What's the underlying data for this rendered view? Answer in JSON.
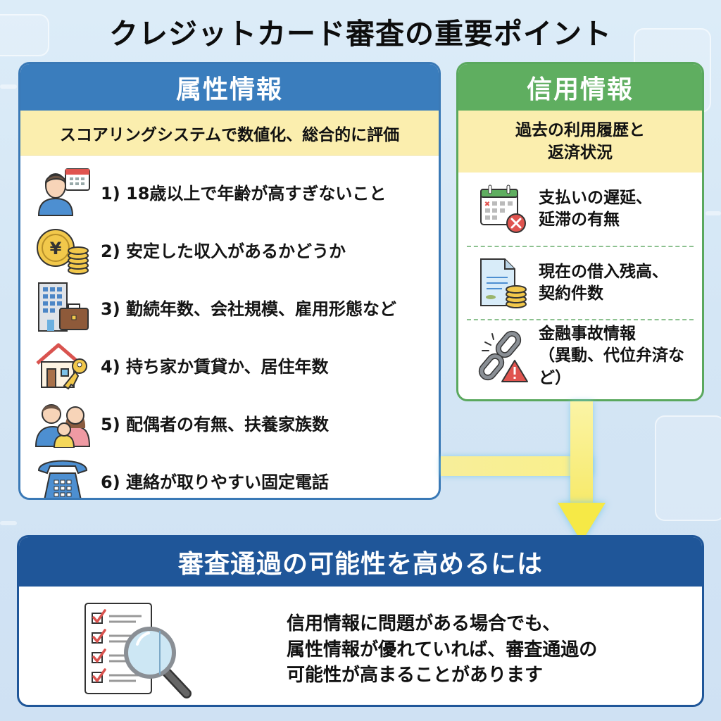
{
  "title": "クレジットカード審査の重要ポイント",
  "attribute_panel": {
    "header": "属性情報",
    "subheader": "スコアリングシステムで数値化、総合的に評価",
    "header_color": "#3a7dbd",
    "items": [
      {
        "icon": "person-calendar-icon",
        "label": "1) 18歳以上で年齢が高すぎないこと"
      },
      {
        "icon": "yen-coins-icon",
        "label": "2) 安定した収入があるかどうか"
      },
      {
        "icon": "building-briefcase-icon",
        "label": "3) 勤続年数、会社規模、雇用形態など"
      },
      {
        "icon": "house-key-icon",
        "label": "4) 持ち家か賃貸か、居住年数"
      },
      {
        "icon": "family-icon",
        "label": "5) 配偶者の有無、扶養家族数"
      },
      {
        "icon": "telephone-icon",
        "label": "6) 連絡が取りやすい固定電話"
      }
    ]
  },
  "credit_panel": {
    "header": "信用情報",
    "subheader_line1": "過去の利用履歴と",
    "subheader_line2": "返済状況",
    "header_color": "#5fae60",
    "items": [
      {
        "icon": "calendar-x-icon",
        "line1": "支払いの遅延、",
        "line2": "延滞の有無"
      },
      {
        "icon": "document-coins-icon",
        "line1": "現在の借入残高、",
        "line2": "契約件数"
      },
      {
        "icon": "broken-chain-warning-icon",
        "line1": "金融事故情報",
        "line2": "（異動、代位弁済など）"
      }
    ]
  },
  "result_panel": {
    "header": "審査通過の可能性を高めるには",
    "header_color": "#1f5699",
    "icon": "checklist-magnifier-icon",
    "lines": [
      "信用情報に問題がある場合でも、",
      "属性情報が優れていれば、審査通過の",
      "可能性が高まることがあります"
    ]
  },
  "colors": {
    "subheader_bg": "#fbeeae",
    "arrow": "#f6e946",
    "background": "#d6e8f6"
  }
}
